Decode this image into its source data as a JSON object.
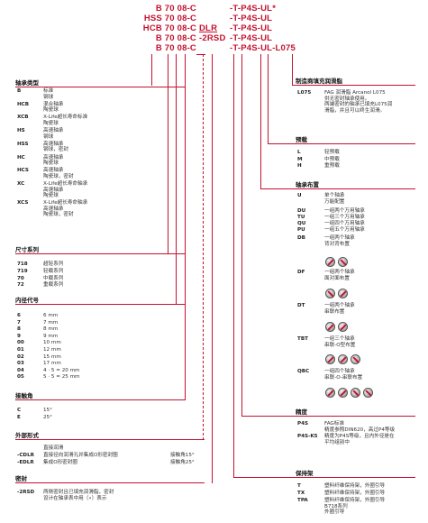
{
  "codes": [
    {
      "l": "B 70 08-C",
      "r": "-T-P4S-UL*"
    },
    {
      "l": "HSS 70 08-C",
      "r": "-T-P4S-UL"
    },
    {
      "l": "HCB 70 08-C",
      "m": "DLR",
      "r": "-T-P4S-UL"
    },
    {
      "l": "B 70 08-C",
      "m": "-2RSD",
      "r": "-T-P4S-UL"
    },
    {
      "l": "B 70 08-C",
      "m": "",
      "r": "-T-P4S-UL-L075"
    }
  ],
  "left": {
    "type_title": "轴承类型",
    "types": [
      {
        "k": "B",
        "v": [
          "标准",
          "钢球"
        ]
      },
      {
        "k": "HCB",
        "v": [
          "混合轴承",
          "陶瓷球"
        ]
      },
      {
        "k": "XCB",
        "v": [
          "X-Life超长寿命标准",
          "陶瓷球"
        ]
      },
      {
        "k": "HS",
        "v": [
          "高速轴承",
          "钢球"
        ]
      },
      {
        "k": "HSS",
        "v": [
          "高速轴承",
          "钢球，密封"
        ]
      },
      {
        "k": "HC",
        "v": [
          "高速轴承",
          "陶瓷球"
        ]
      },
      {
        "k": "HCS",
        "v": [
          "高速轴承",
          "陶瓷球，密封"
        ]
      },
      {
        "k": "XC",
        "v": [
          "X-Life超长寿命轴承",
          "高速轴承",
          "陶瓷球"
        ]
      },
      {
        "k": "XCS",
        "v": [
          "X-Life超长寿命轴承",
          "高速轴承",
          "陶瓷球，密封"
        ]
      }
    ],
    "size_title": "尺寸系列",
    "sizes": [
      {
        "k": "718",
        "v": "超轻系列"
      },
      {
        "k": "719",
        "v": "轻载系列"
      },
      {
        "k": "70",
        "v": "中载系列"
      },
      {
        "k": "72",
        "v": "重载系列"
      }
    ],
    "bore_title": "内径代号",
    "bores": [
      {
        "k": "6",
        "v": "6 mm"
      },
      {
        "k": "7",
        "v": "7 mm"
      },
      {
        "k": "8",
        "v": "8 mm"
      },
      {
        "k": "9",
        "v": "9 mm"
      },
      {
        "k": "00",
        "v": "10 mm"
      },
      {
        "k": "01",
        "v": "12 mm"
      },
      {
        "k": "02",
        "v": "15 mm"
      },
      {
        "k": "03",
        "v": "17 mm"
      },
      {
        "k": "04",
        "v": "4 · 5 = 20 mm"
      },
      {
        "k": "05",
        "v": "5 · 5 = 25 mm"
      }
    ],
    "angle_title": "接触角",
    "angles": [
      {
        "k": "C",
        "v": "15°"
      },
      {
        "k": "E",
        "v": "25°"
      }
    ],
    "ext_title": "外部形式",
    "ext_head": "直接润滑",
    "exts": [
      {
        "k": "-CDLR",
        "v": "直接径向润滑孔并集成O形密封圈",
        "n": "接触角15°"
      },
      {
        "k": "-EDLR",
        "v": "集成O形密封圈",
        "n": "接触角25°"
      }
    ],
    "seal_title": "密封",
    "seals": [
      {
        "k": "-2RSD",
        "v": [
          "两侧密封且已填充润滑脂，密封",
          "设计在轴承表中用（•）表示"
        ]
      }
    ]
  },
  "right": {
    "grease_title": "制造商填充润滑脂",
    "grease": [
      {
        "k": "L075",
        "v": [
          "FAG 润滑脂 Arcanol L075",
          "供无密封轴承使用。",
          "两端密封的轴承已填充L075润",
          "滑脂，并且可以终生润滑。"
        ]
      }
    ],
    "preload_title": "预载",
    "preloads": [
      {
        "k": "L",
        "v": "轻预载"
      },
      {
        "k": "M",
        "v": "中预载"
      },
      {
        "k": "H",
        "v": "重预载"
      }
    ],
    "arr_title": "轴承布置",
    "arrs": [
      {
        "k": "U",
        "v": [
          "单个轴承",
          "万能配置"
        ]
      },
      {
        "k": "DU",
        "v": [
          "一组两个万用轴承"
        ]
      },
      {
        "k": "TU",
        "v": [
          "一组三个万用轴承"
        ]
      },
      {
        "k": "QU",
        "v": [
          "一组四个万用轴承"
        ]
      },
      {
        "k": "PU",
        "v": [
          "一组五个万用轴承"
        ]
      },
      {
        "k": "DB",
        "v": [
          "一组两个轴承",
          "背对背布置"
        ]
      },
      {
        "k": "DF",
        "v": [
          "一组两个轴承",
          "面对面布置"
        ]
      },
      {
        "k": "DT",
        "v": [
          "一组两个轴承",
          "串联布置"
        ]
      },
      {
        "k": "TBT",
        "v": [
          "一组三个轴承",
          "串联-O型布置"
        ]
      },
      {
        "k": "QBC",
        "v": [
          "一组四个轴承",
          "串联-O-串联布置"
        ]
      }
    ],
    "prec_title": "精度",
    "precs": [
      {
        "k": "P4S",
        "v": [
          "FAG标准",
          "精度参照DIN620，高过P4等级"
        ]
      },
      {
        "k": "P4S-K5",
        "v": [
          "精度为P4S等级，且内外径是在",
          "平均组别中"
        ]
      }
    ],
    "cage_title": "保持架",
    "cages": [
      {
        "k": "T",
        "v": [
          "塑料纤维保持架，外圈引导"
        ]
      },
      {
        "k": "TX",
        "v": [
          "塑料纤维保持架，外圈引导"
        ]
      },
      {
        "k": "TPA",
        "v": [
          "塑料纤维保持架，外圈引导",
          "B718系列",
          "外圈引导"
        ]
      }
    ]
  }
}
